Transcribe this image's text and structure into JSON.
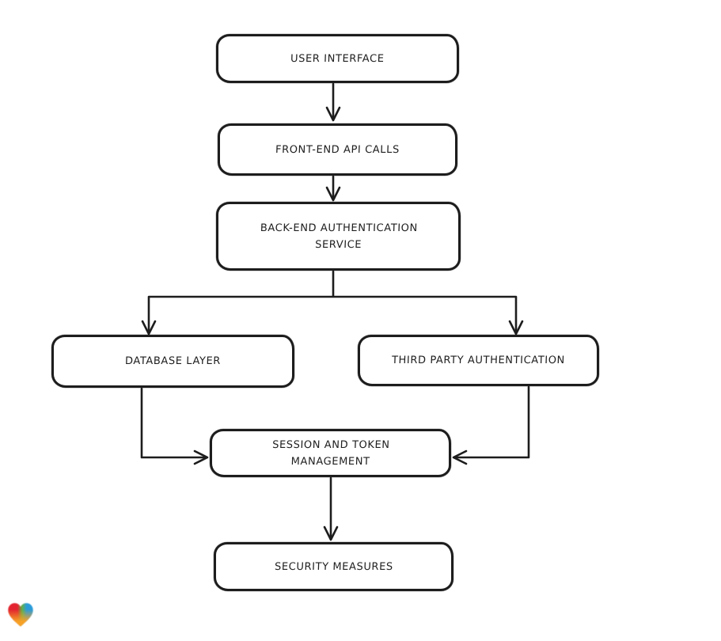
{
  "page": {
    "background": "#ffffff"
  },
  "diagram": {
    "type": "flowchart",
    "style": "hand-drawn",
    "stroke_color": "#1d1d1d",
    "node_fill": "#ffffff",
    "nodes": [
      {
        "id": "user-interface",
        "label": "USER INTERFACE"
      },
      {
        "id": "front-end-api-calls",
        "label": "FRONT-END API CALLS"
      },
      {
        "id": "back-end-authentication-service",
        "label": "BACK-END AUTHENTICATION SERVICE"
      },
      {
        "id": "database-layer",
        "label": "DATABASE LAYER"
      },
      {
        "id": "third-party-authentication",
        "label": "THIRD PARTY AUTHENTICATION"
      },
      {
        "id": "session-and-token-management",
        "label": "SESSION AND TOKEN MANAGEMENT"
      },
      {
        "id": "security-measures",
        "label": "SECURITY MEASURES"
      }
    ],
    "edges": [
      {
        "from": "user-interface",
        "to": "front-end-api-calls"
      },
      {
        "from": "front-end-api-calls",
        "to": "back-end-authentication-service"
      },
      {
        "from": "back-end-authentication-service",
        "to": "database-layer"
      },
      {
        "from": "back-end-authentication-service",
        "to": "third-party-authentication"
      },
      {
        "from": "database-layer",
        "to": "session-and-token-management"
      },
      {
        "from": "third-party-authentication",
        "to": "session-and-token-management"
      },
      {
        "from": "session-and-token-management",
        "to": "security-measures"
      }
    ]
  },
  "branding": {
    "logo_name": "gradient-heart-logo",
    "heart_colors": {
      "red": "#e32430",
      "green": "#5fb245",
      "blue": "#2b9cd8",
      "orange": "#f6a126"
    }
  }
}
